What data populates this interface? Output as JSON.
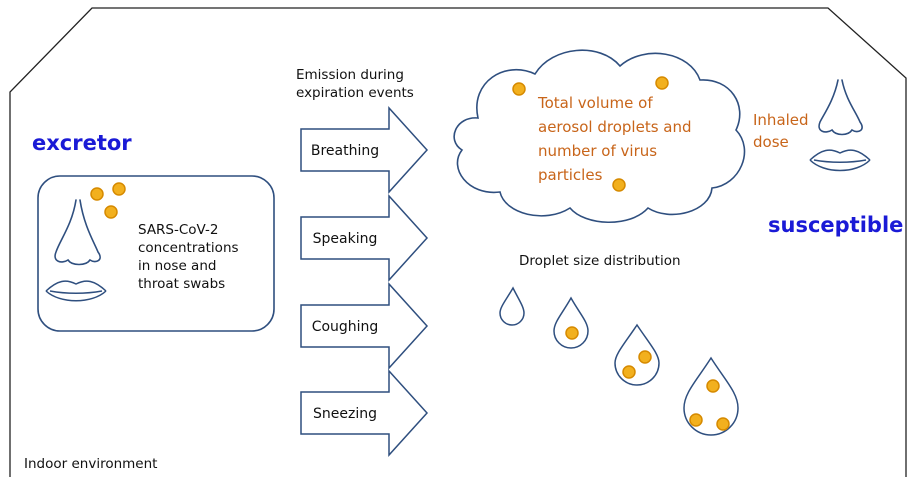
{
  "environment_label": "Indoor environment",
  "excretor": {
    "label": "excretor",
    "swab_text": [
      "SARS-CoV-2",
      "concentrations",
      "in nose and",
      "throat swabs"
    ]
  },
  "emission": {
    "heading": [
      "Emission during",
      "expiration events"
    ],
    "events": [
      "Breathing",
      "Speaking",
      "Coughing",
      "Sneezing"
    ]
  },
  "cloud_text": [
    "Total volume of",
    "aerosol droplets and",
    "number of virus",
    "particles"
  ],
  "droplet_size_label": "Droplet size distribution",
  "susceptible": {
    "inhaled_text": [
      "Inhaled",
      "dose"
    ],
    "label": "susceptible"
  },
  "colors": {
    "excretor_label": "#1a1ad6",
    "orange_text": "#c8651a",
    "virus_fill": "#f2b01e",
    "virus_stroke": "#d68a00",
    "outline_blue": "#2f4f7f"
  },
  "icons": {
    "nose": "nose-icon",
    "lips": "lips-icon",
    "virus": "virus-particle-icon",
    "droplet": "droplet-icon",
    "cloud": "aerosol-cloud-icon",
    "arrow": "block-arrow-icon"
  }
}
